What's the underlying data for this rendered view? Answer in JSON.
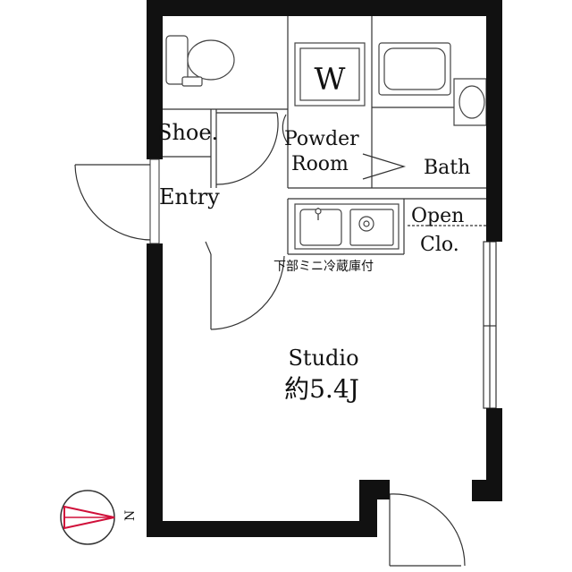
{
  "floorplan": {
    "rooms": {
      "shoe": "Shoe.",
      "entry": "Entry",
      "powder_line1": "Powder",
      "powder_line2": "Room",
      "bath": "Bath",
      "open_line1": "Open",
      "open_line2": "Clo.",
      "studio": "Studio",
      "studio_size": "約5.4J"
    },
    "washer_label": "W",
    "fridge_note": "下部ミニ冷蔵庫付",
    "compass_label": "N",
    "colors": {
      "wall": "#111111",
      "compass_arrow": "#d0103a"
    }
  }
}
